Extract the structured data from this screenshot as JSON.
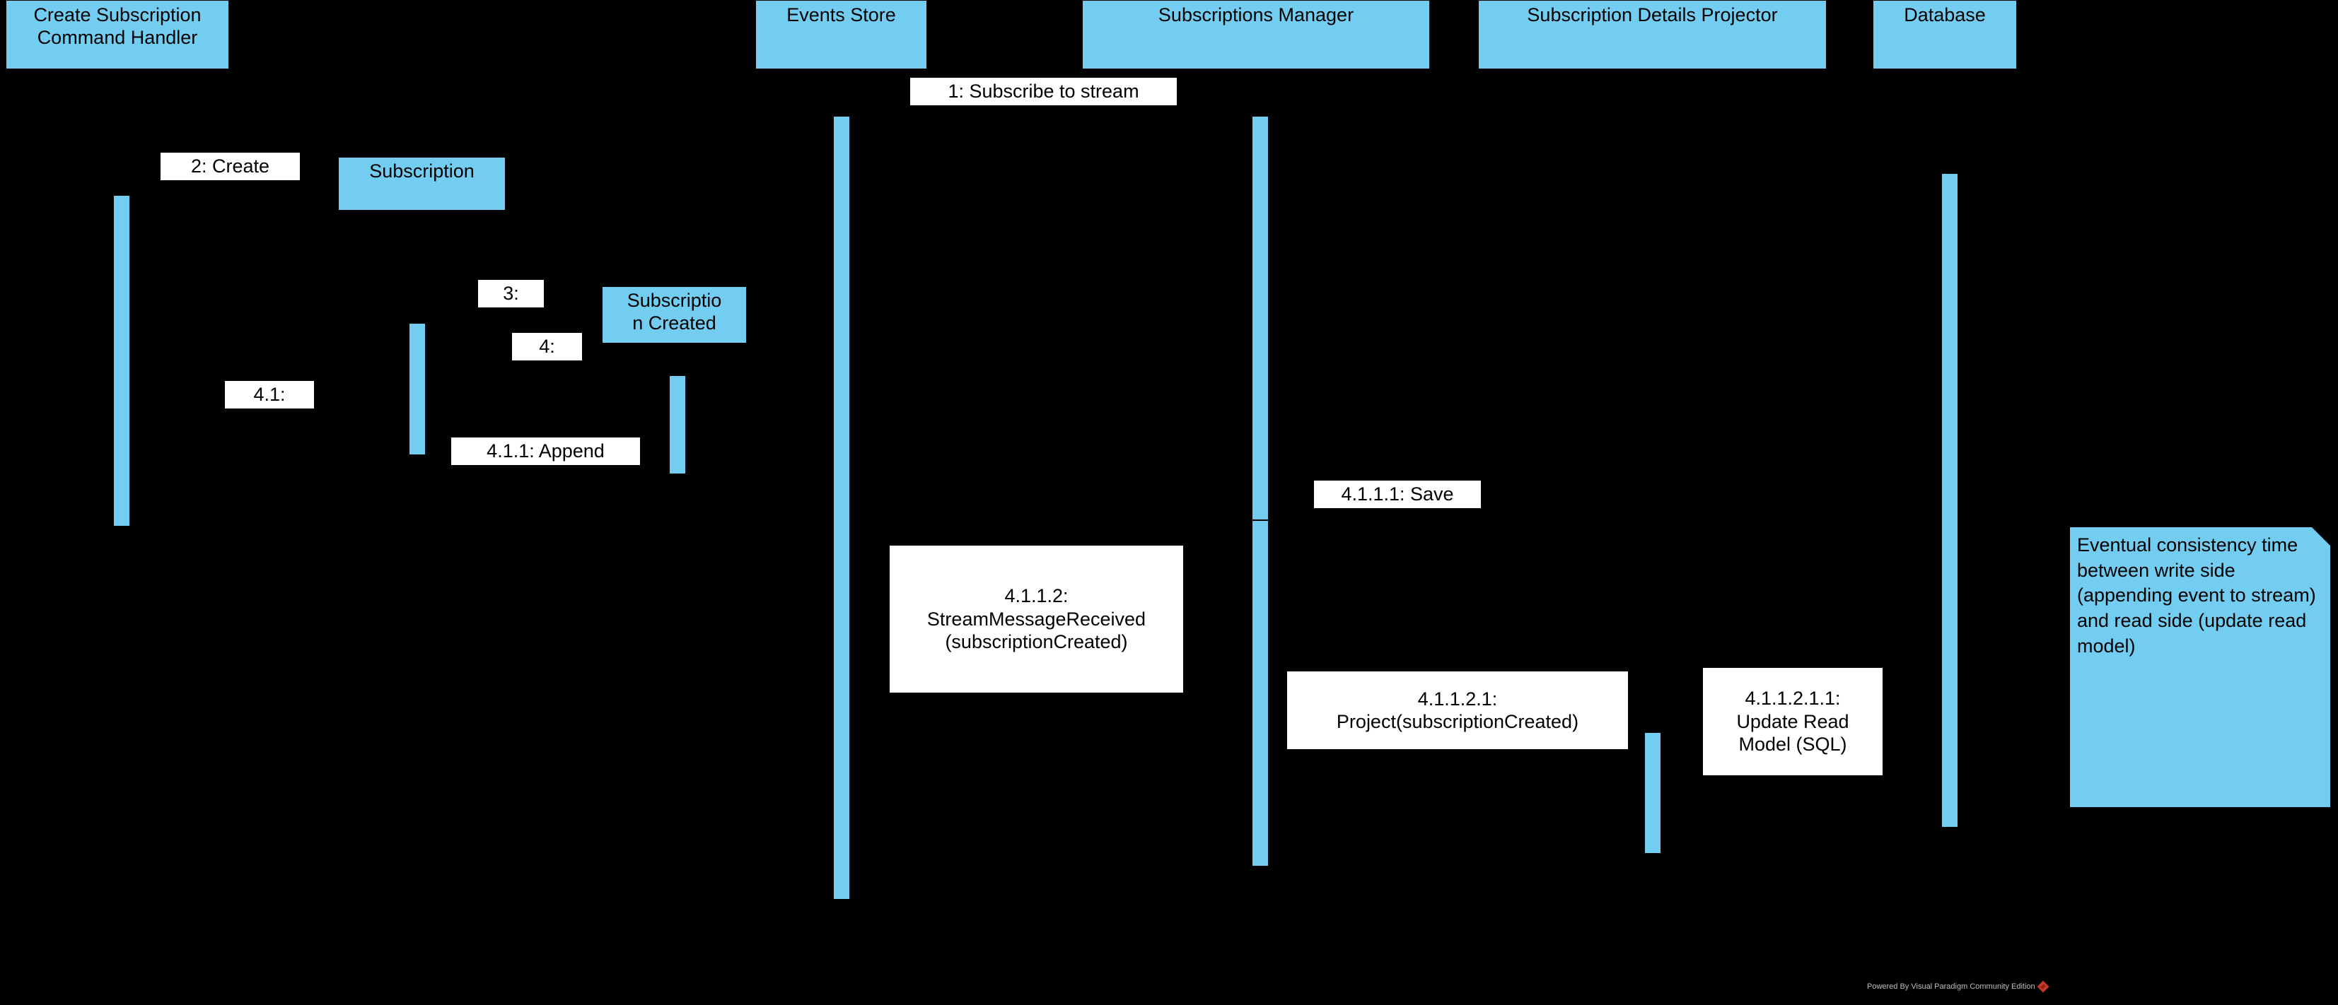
{
  "diagram": {
    "type": "uml-sequence-diagram",
    "background_color": "#000000",
    "accent_color": "#73CDF0",
    "label_background": "#FFFFFF",
    "text_color": "#000000"
  },
  "lifelines": [
    {
      "id": "create-subscription-command-handler",
      "label": "Create Subscription\nCommand Handler"
    },
    {
      "id": "events-store",
      "label": "Events Store"
    },
    {
      "id": "subscriptions-manager",
      "label": "Subscriptions Manager"
    },
    {
      "id": "subscription-details-projector",
      "label": "Subscription Details Projector"
    },
    {
      "id": "database",
      "label": "Database"
    }
  ],
  "objects": [
    {
      "id": "subscription",
      "label": "Subscription"
    },
    {
      "id": "subscription-created",
      "label": "Subscriptio\nn Created"
    }
  ],
  "messages": [
    {
      "id": "m1",
      "label": "1: Subscribe to stream"
    },
    {
      "id": "m2",
      "label": "2: Create"
    },
    {
      "id": "m3",
      "label": "3:"
    },
    {
      "id": "m4",
      "label": "4:"
    },
    {
      "id": "m41",
      "label": "4.1:"
    },
    {
      "id": "m411",
      "label": "4.1.1: Append"
    },
    {
      "id": "m4111",
      "label": "4.1.1.1: Save"
    },
    {
      "id": "m4112",
      "label": "4.1.1.2:\nStreamMessageReceived\n(subscriptionCreated)"
    },
    {
      "id": "m41121",
      "label": "4.1.1.2.1:\nProject(subscriptionCreated)"
    },
    {
      "id": "m411211",
      "label": "4.1.1.2.1.1:\nUpdate Read\nModel (SQL)"
    }
  ],
  "note": {
    "id": "eventual-consistency-note",
    "text": "Eventual consistency time between write side (appending event to stream) and read side (update read model)"
  },
  "footer": {
    "watermark": "Powered By Visual Paradigm Community Edition",
    "logo_color": "#C0392B"
  }
}
